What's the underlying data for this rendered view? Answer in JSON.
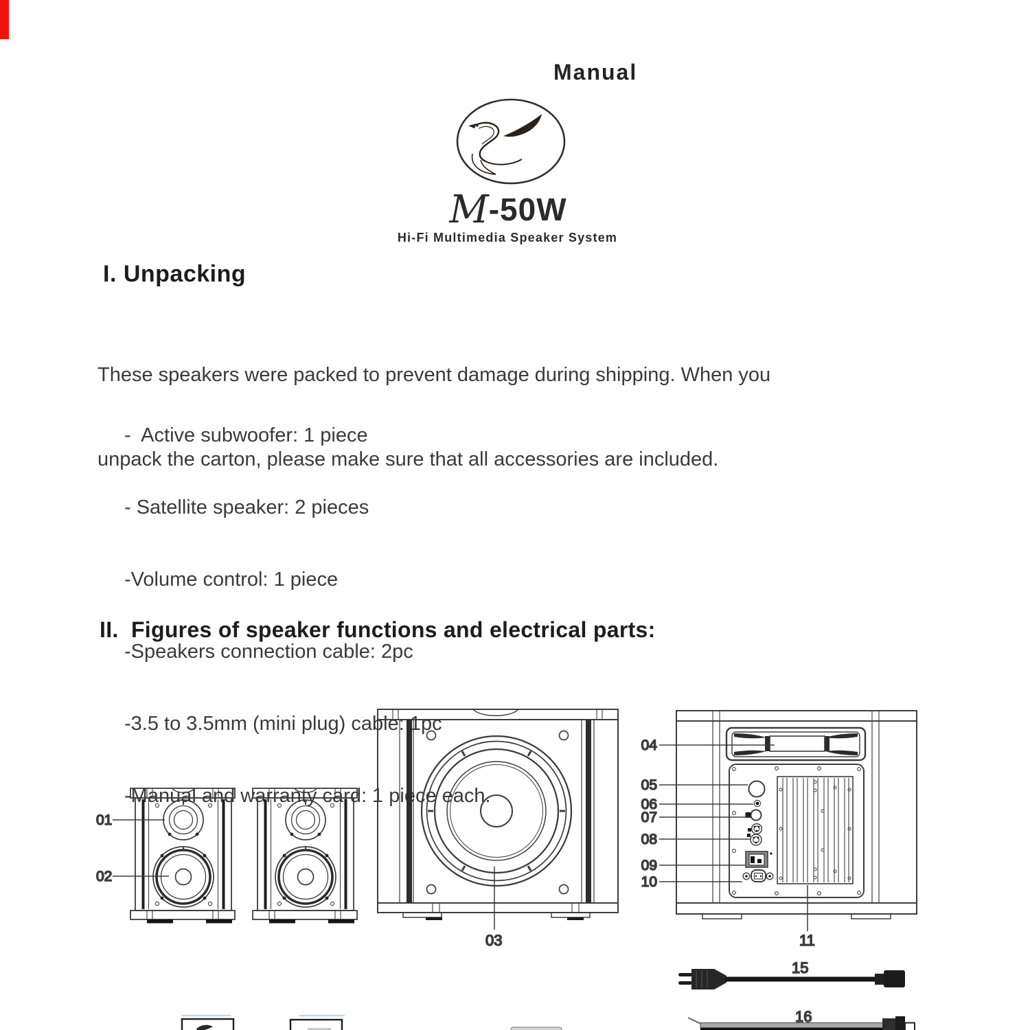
{
  "header": {
    "manual": "Manual"
  },
  "brand": {
    "logo": "swan-logo",
    "model_prefix": "M",
    "model_suffix": "-50W",
    "tagline": "Hi-Fi Multimedia Speaker System"
  },
  "section1": {
    "heading": "I. Unpacking",
    "body_line1": "These speakers were packed to prevent damage during shipping. When you",
    "body_line2": "unpack the carton, please make sure that all accessories are included.",
    "items": [
      "-  Active subwoofer: 1 piece",
      "- Satellite speaker: 2 pieces",
      "-Volume control: 1 piece",
      "-Speakers connection cable: 2pc",
      "-3.5 to 3.5mm (mini plug) cable: 1pc",
      "-Manual and warranty card: 1 piece each."
    ]
  },
  "section2": {
    "heading": "II.  Figures of speaker functions and electrical parts:"
  },
  "figure": {
    "labels": {
      "l01": "01",
      "l02": "02",
      "l03": "03",
      "l04": "04",
      "l05": "05",
      "l06": "06",
      "l07": "07",
      "l08": "08",
      "l09": "09",
      "l10": "10",
      "l11": "11",
      "l15": "15",
      "l16": "16"
    }
  },
  "colors": {
    "accent_red": "#f2130c",
    "ink": "#2f2f2f",
    "line_art": "#3d3d3d"
  }
}
